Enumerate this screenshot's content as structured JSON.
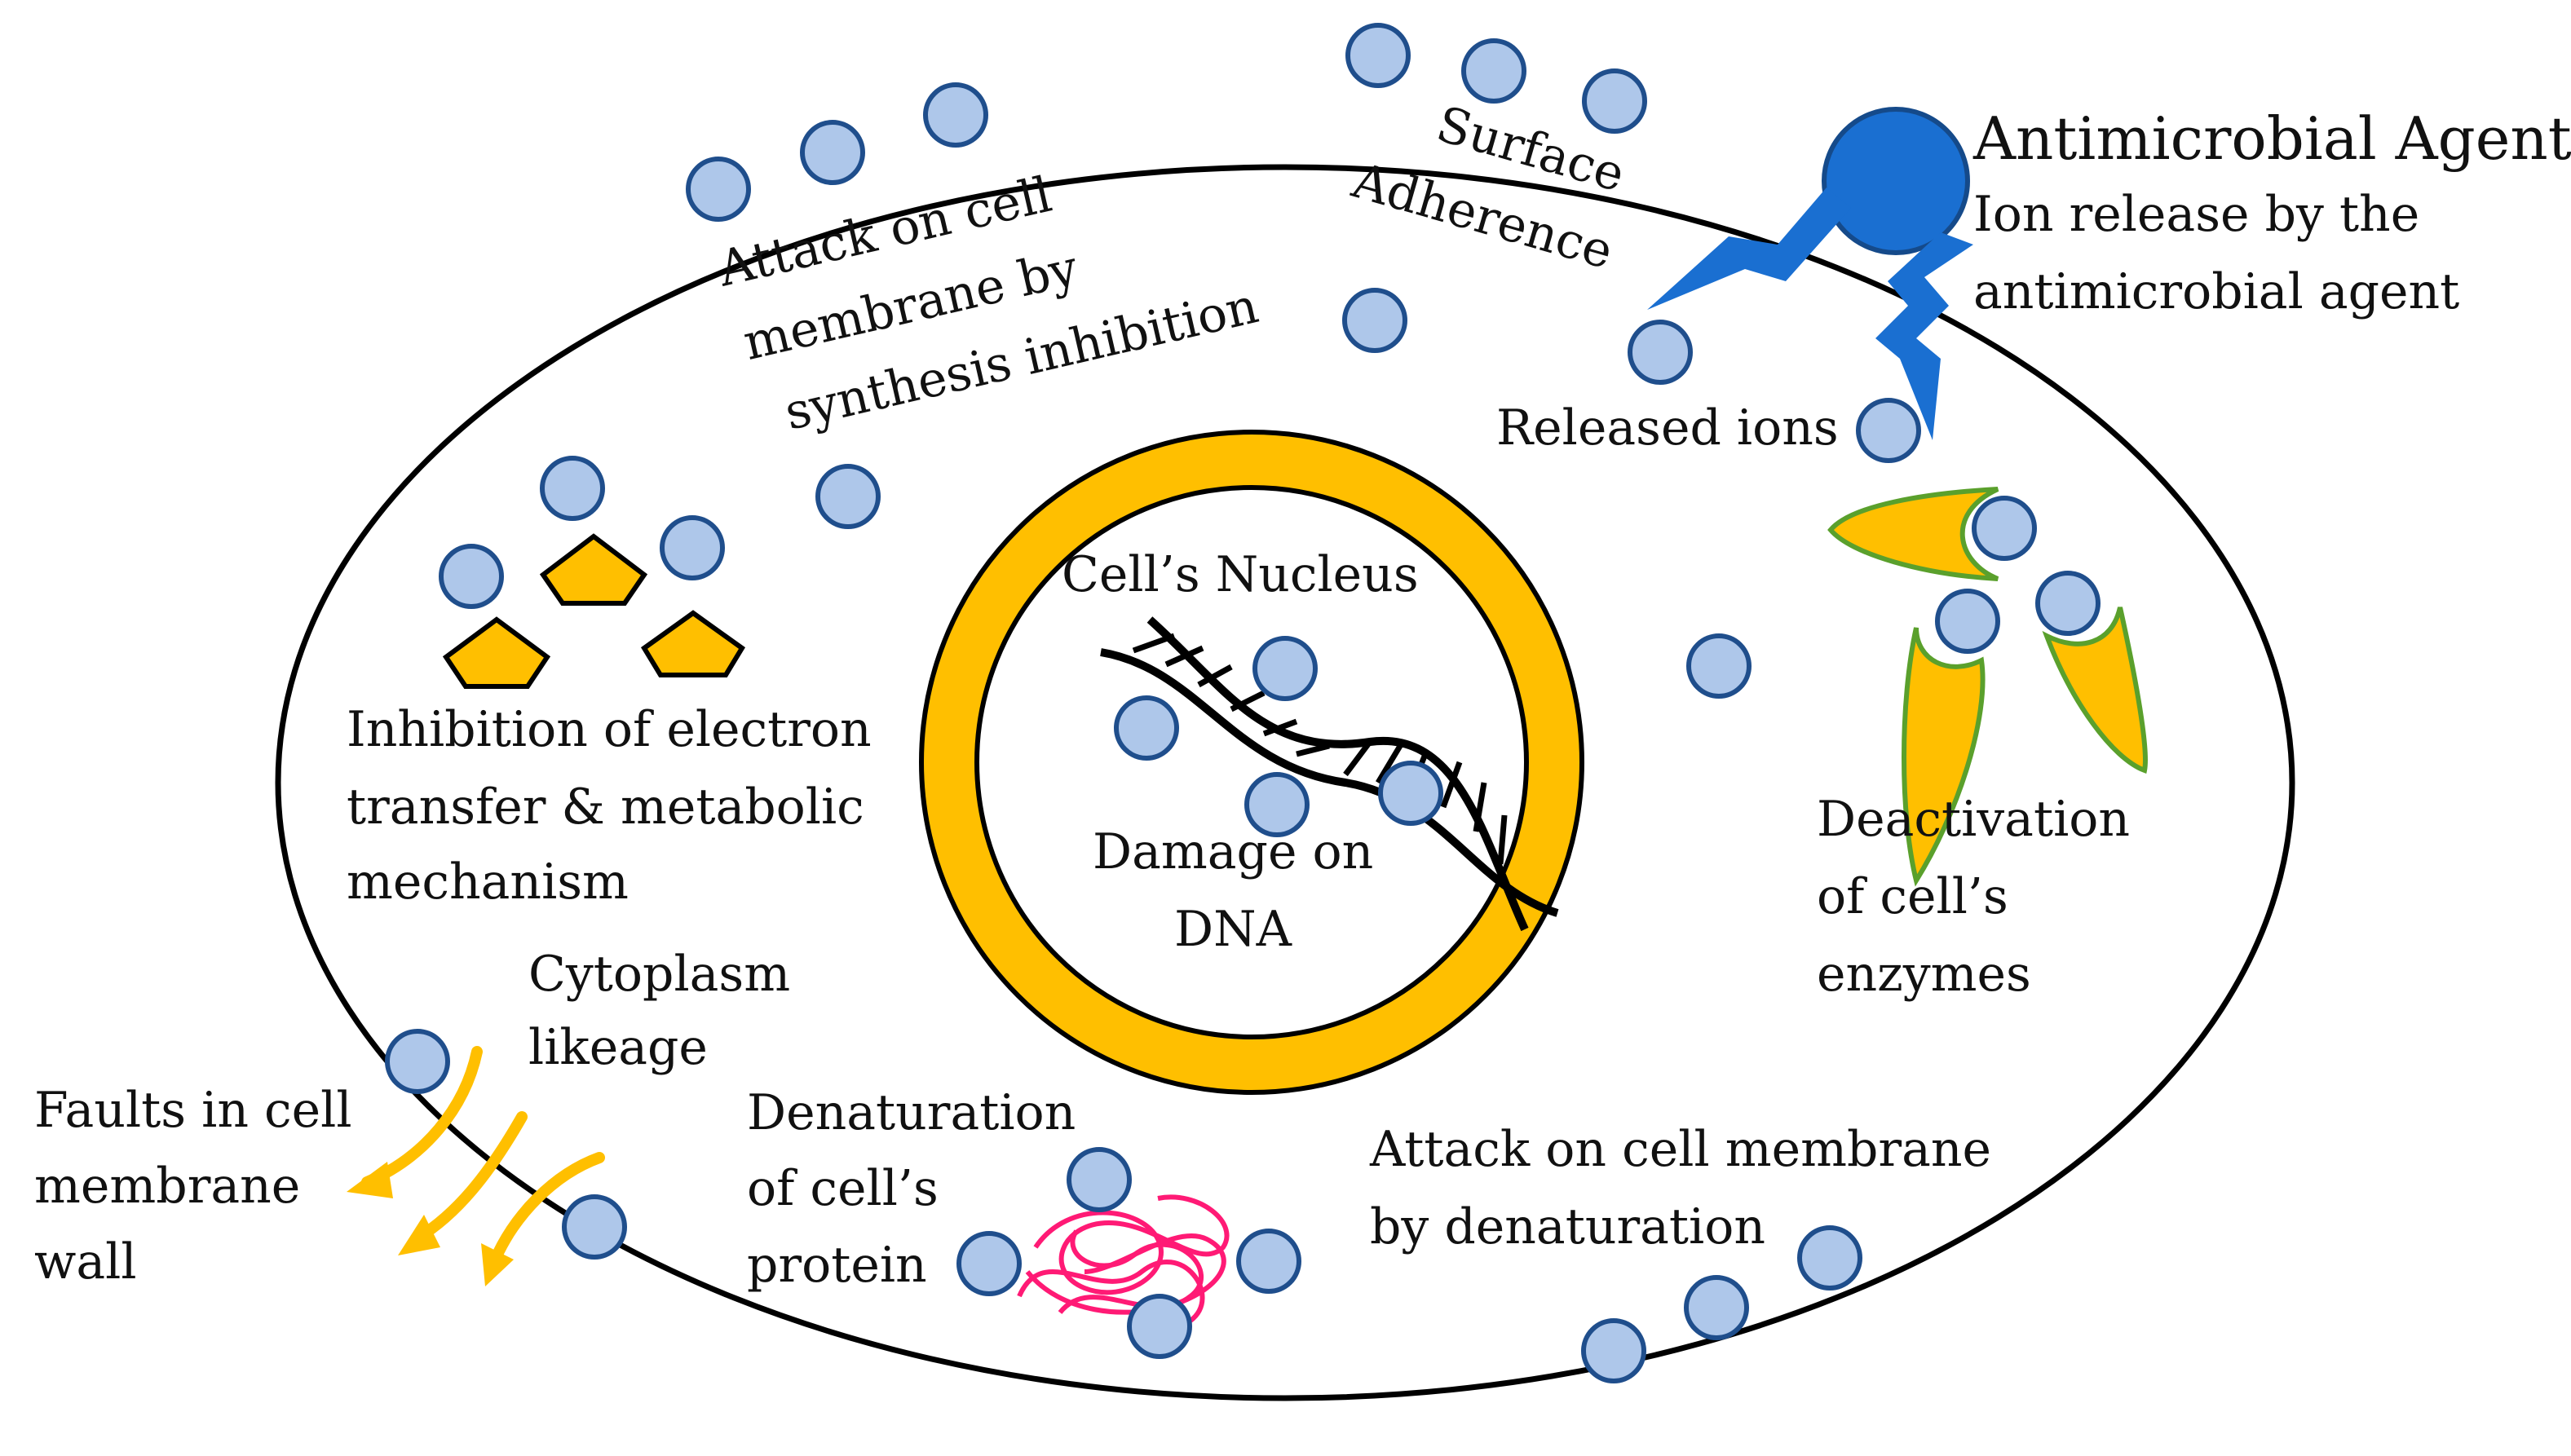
{
  "labels": {
    "agent_title": "Antimicrobial Agent",
    "agent_desc_1": "Ion release by the",
    "agent_desc_2": "antimicrobial agent",
    "surface_1": "Surface",
    "surface_2": "Adherence",
    "membrane_synth_1": "Attack on cell",
    "membrane_synth_2": "membrane by",
    "membrane_synth_3": "synthesis inhibition",
    "released_ions": "Released ions",
    "nucleus": "Cell’s Nucleus",
    "dna_1": "Damage on",
    "dna_2": "DNA",
    "electron_1": "Inhibition of electron",
    "electron_2": "transfer & metabolic",
    "electron_3": "mechanism",
    "enzymes_1": "Deactivation",
    "enzymes_2": "of cell’s",
    "enzymes_3": "enzymes",
    "cytoplasm_1": "Cytoplasm",
    "cytoplasm_2": "likeage",
    "faults_1": "Faults in cell",
    "faults_2": "membrane",
    "faults_3": "wall",
    "protein_1": "Denaturation",
    "protein_2": "of cell’s",
    "protein_3": "protein",
    "denat_1": "Attack on cell membrane",
    "denat_2": "by denaturation"
  },
  "colors": {
    "ion_fill": "#aec7ea",
    "ion_stroke": "#1f4e8c",
    "agent_fill": "#1a6fd1",
    "nucleus_ring": "#ffbf00",
    "enzyme_fill": "#ffbf00",
    "enzyme_stroke": "#5aa02c",
    "protein": "#ff1a75",
    "arrow": "#ffbf00",
    "outline": "#000000"
  },
  "icons": [
    "dna-helix-icon",
    "lightning-bolt-icon",
    "tangled-protein-icon",
    "pentagon-icon"
  ]
}
